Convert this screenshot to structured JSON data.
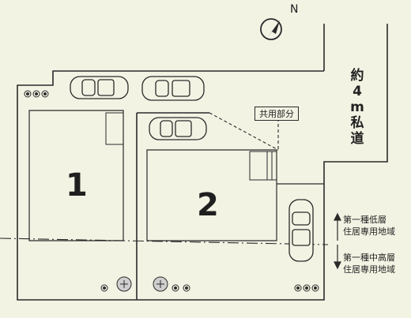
{
  "compass": {
    "north_label": "N"
  },
  "lots": [
    {
      "number": "1"
    },
    {
      "number": "2"
    }
  ],
  "shared_area_label": "共用部分",
  "road_label_chars": [
    "約",
    "4",
    "m",
    "私",
    "道"
  ],
  "zones": {
    "upper": [
      "第一種低層",
      "住居専用地域"
    ],
    "lower": [
      "第一種中高層",
      "住居専用地域"
    ]
  },
  "colors": {
    "background": "#f3f3e4",
    "line": "#2a2a2a",
    "tree": "#cfcfcf"
  }
}
